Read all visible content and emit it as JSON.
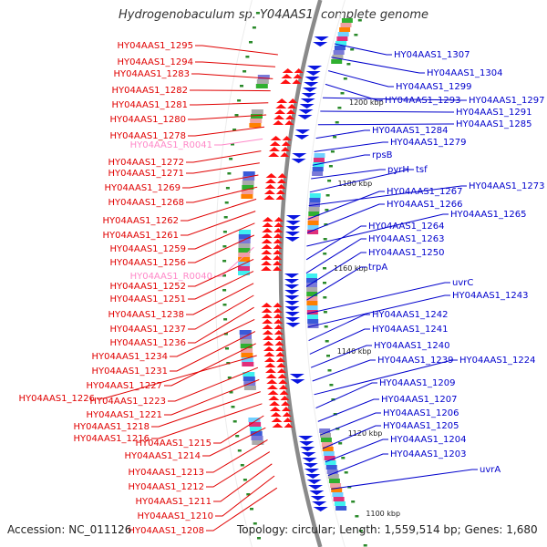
{
  "title": "Hydrogenobaculum sp. Y04AAS1, complete genome",
  "footer": {
    "accession": "Accession: NC_011126",
    "summary": "Topology: circular; Length: 1,559,514 bp; Genes: 1,680"
  },
  "colors": {
    "reverse_label": "#e00000",
    "forward_label": "#0000cc",
    "rna_label": "#ff88c8",
    "backbone": "#8a8a8a",
    "tick": "#2a8a2a"
  },
  "scale_labels": [
    "1200 kbp",
    "1180 kbp",
    "1160 kbp",
    "1140 kbp",
    "1120 kbp",
    "1100 kbp"
  ],
  "left_labels": [
    {
      "text": "HY04AAS1_1295",
      "kind": "gene"
    },
    {
      "text": "HY04AAS1_1294",
      "kind": "gene"
    },
    {
      "text": "HY04AAS1_1283",
      "kind": "gene"
    },
    {
      "text": "HY04AAS1_1282",
      "kind": "gene"
    },
    {
      "text": "HY04AAS1_1281",
      "kind": "gene"
    },
    {
      "text": "HY04AAS1_1280",
      "kind": "gene"
    },
    {
      "text": "HY04AAS1_1278",
      "kind": "gene"
    },
    {
      "text": "HY04AAS1_R0041",
      "kind": "rna"
    },
    {
      "text": "HY04AAS1_1272",
      "kind": "gene"
    },
    {
      "text": "HY04AAS1_1271",
      "kind": "gene"
    },
    {
      "text": "HY04AAS1_1269",
      "kind": "gene"
    },
    {
      "text": "HY04AAS1_1268",
      "kind": "gene"
    },
    {
      "text": "HY04AAS1_1262",
      "kind": "gene"
    },
    {
      "text": "HY04AAS1_1261",
      "kind": "gene"
    },
    {
      "text": "HY04AAS1_1259",
      "kind": "gene"
    },
    {
      "text": "HY04AAS1_1256",
      "kind": "gene"
    },
    {
      "text": "HY04AAS1_R0040",
      "kind": "rna"
    },
    {
      "text": "HY04AAS1_1252",
      "kind": "gene"
    },
    {
      "text": "HY04AAS1_1251",
      "kind": "gene"
    },
    {
      "text": "HY04AAS1_1238",
      "kind": "gene"
    },
    {
      "text": "HY04AAS1_1237",
      "kind": "gene"
    },
    {
      "text": "HY04AAS1_1236",
      "kind": "gene"
    },
    {
      "text": "HY04AAS1_1234",
      "kind": "gene"
    },
    {
      "text": "HY04AAS1_1231",
      "kind": "gene"
    },
    {
      "text": "HY04AAS1_1227",
      "kind": "gene"
    },
    {
      "text": "HY04AAS1_1226",
      "kind": "gene"
    },
    {
      "text": "HY04AAS1_1223",
      "kind": "gene"
    },
    {
      "text": "HY04AAS1_1221",
      "kind": "gene"
    },
    {
      "text": "HY04AAS1_1218",
      "kind": "gene"
    },
    {
      "text": "HY04AAS1_1216",
      "kind": "gene"
    },
    {
      "text": "HY04AAS1_1215",
      "kind": "gene"
    },
    {
      "text": "HY04AAS1_1214",
      "kind": "gene"
    },
    {
      "text": "HY04AAS1_1213",
      "kind": "gene"
    },
    {
      "text": "HY04AAS1_1212",
      "kind": "gene"
    },
    {
      "text": "HY04AAS1_1211",
      "kind": "gene"
    },
    {
      "text": "HY04AAS1_1210",
      "kind": "gene"
    },
    {
      "text": "HY04AAS1_1208",
      "kind": "gene"
    }
  ],
  "right_labels": [
    {
      "text": "HY04AAS1_1307"
    },
    {
      "text": "HY04AAS1_1304"
    },
    {
      "text": "HY04AAS1_1299"
    },
    {
      "text": "HY04AAS1_1293"
    },
    {
      "text": "HY04AAS1_1297"
    },
    {
      "text": "HY04AAS1_1291"
    },
    {
      "text": "HY04AAS1_1285"
    },
    {
      "text": "HY04AAS1_1284"
    },
    {
      "text": "HY04AAS1_1279"
    },
    {
      "text": "rpsB"
    },
    {
      "text": "pyrH"
    },
    {
      "text": "tsf"
    },
    {
      "text": "HY04AAS1_1273"
    },
    {
      "text": "HY04AAS1_1267"
    },
    {
      "text": "HY04AAS1_1266"
    },
    {
      "text": "HY04AAS1_1265"
    },
    {
      "text": "HY04AAS1_1264"
    },
    {
      "text": "HY04AAS1_1263"
    },
    {
      "text": "HY04AAS1_1250"
    },
    {
      "text": "trpA"
    },
    {
      "text": "uvrC"
    },
    {
      "text": "HY04AAS1_1243"
    },
    {
      "text": "HY04AAS1_1242"
    },
    {
      "text": "HY04AAS1_1241"
    },
    {
      "text": "HY04AAS1_1240"
    },
    {
      "text": "HY04AAS1_1239"
    },
    {
      "text": "HY04AAS1_1224"
    },
    {
      "text": "HY04AAS1_1209"
    },
    {
      "text": "HY04AAS1_1207"
    },
    {
      "text": "HY04AAS1_1206"
    },
    {
      "text": "HY04AAS1_1205"
    },
    {
      "text": "HY04AAS1_1204"
    },
    {
      "text": "HY04AAS1_1203"
    },
    {
      "text": "uvrA"
    }
  ]
}
